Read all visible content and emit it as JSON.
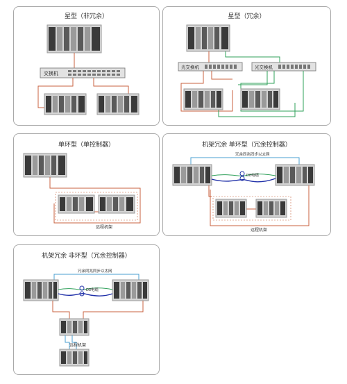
{
  "panels": {
    "star": {
      "title": "星型（非冗余）",
      "switch_label": "交换机"
    },
    "star_redundant": {
      "title": "星型（冗余）",
      "switch_left_label": "光交换机",
      "switch_right_label": "光交换机"
    },
    "single_ring": {
      "title": "单环型（单控制器）",
      "remote_label": "远程机架"
    },
    "rack_redundant_ring": {
      "title": "机架冗余  单环型（冗余控制器）",
      "ethernet_label": "冗余同兆同步以太网",
      "cable_label": "D8电缆",
      "remote_label": "远程机架"
    },
    "rack_redundant_nonring": {
      "title": "机架冗余  非环型（冗余控制器）",
      "ethernet_label": "冗余同兆同步以太网",
      "cable_label": "D8电缆",
      "remote_label": "远程机架"
    }
  },
  "colors": {
    "copper": "#c8623f",
    "fiber": "#2fa05a",
    "ethernet": "#4a9fd0",
    "sync": "#1f2fa8",
    "panel_border": "#a9a9a9"
  }
}
